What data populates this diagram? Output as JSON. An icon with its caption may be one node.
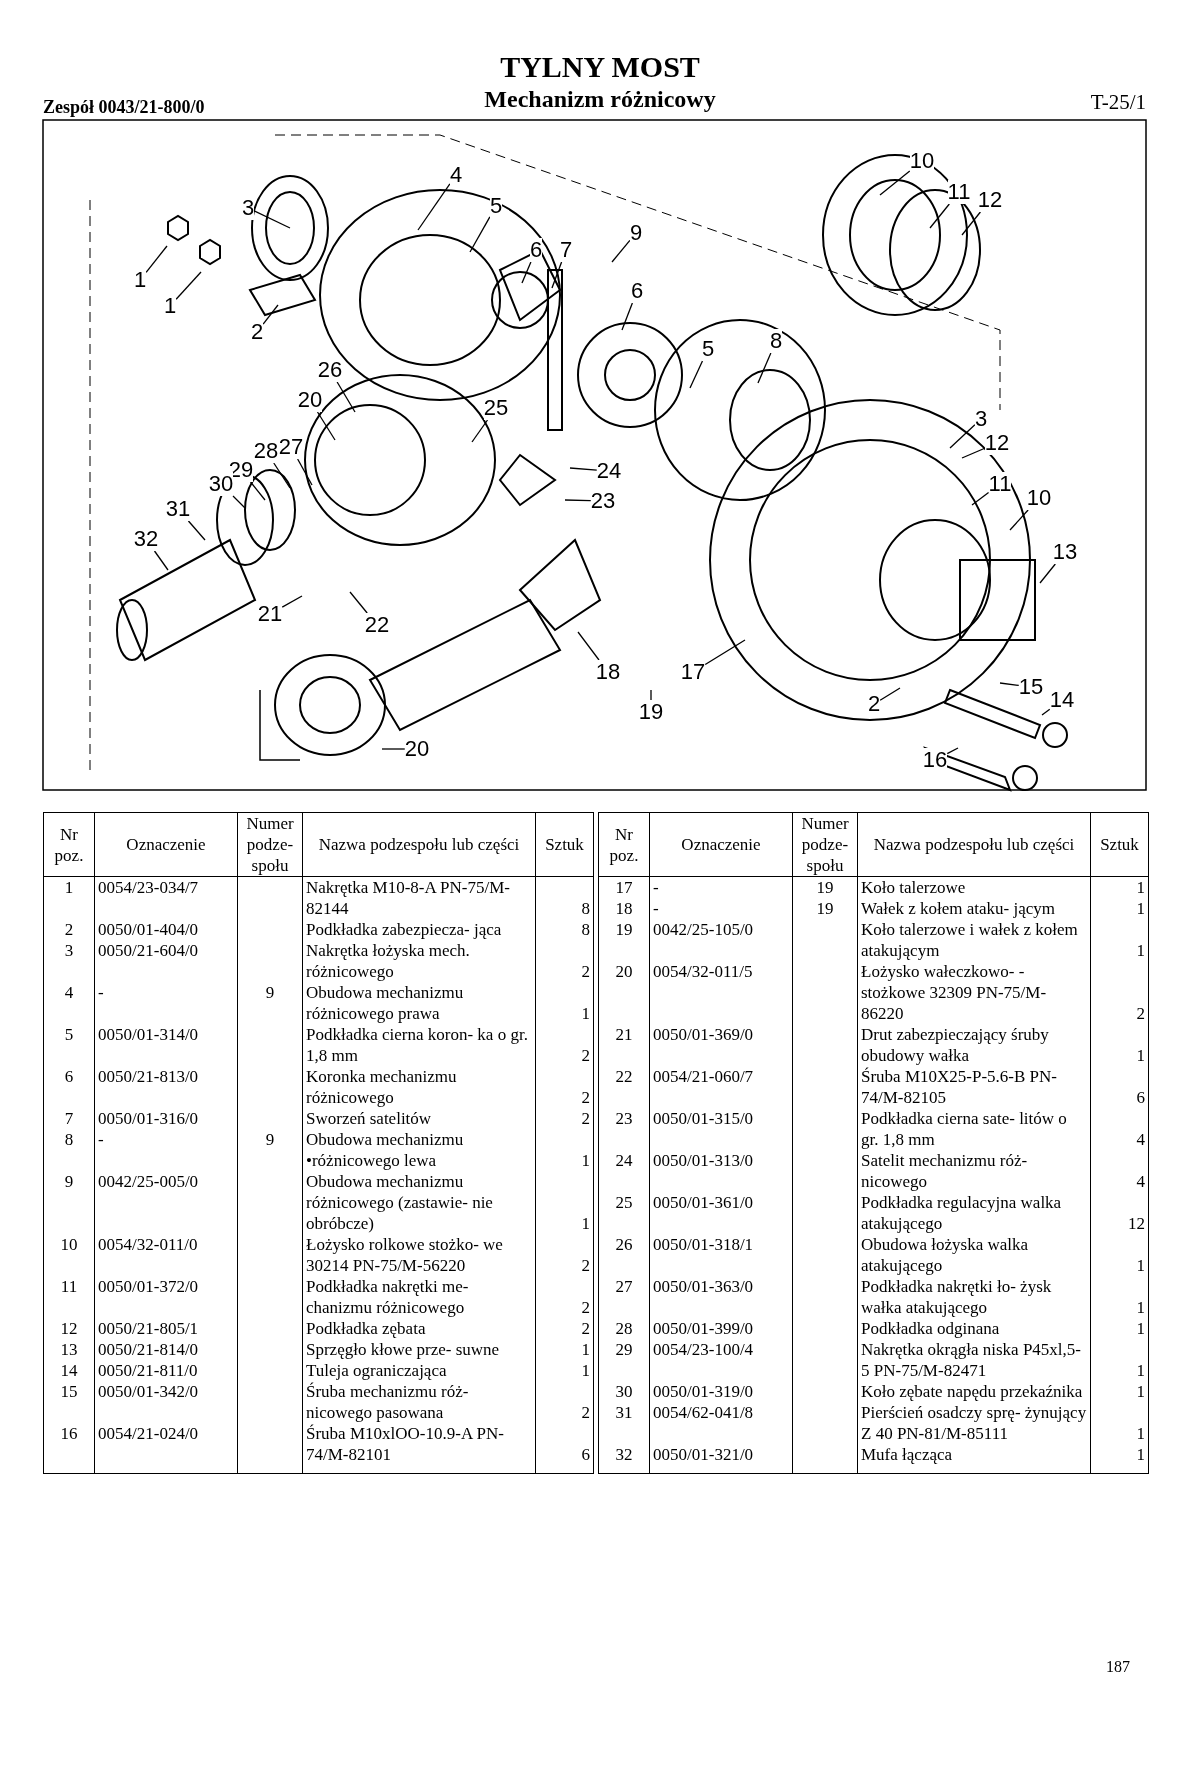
{
  "diagram": {
    "title": "TYLNY MOST",
    "nodes": [
      {
        "text": [
          "10"
        ]
      },
      {
        "text": [
          "4"
        ]
      },
      {
        "text": [
          "11"
        ]
      },
      {
        "text": [
          "12"
        ]
      },
      {
        "text": [
          "5"
        ]
      },
      {
        "text": [
          "3"
        ]
      },
      {
        "text": [
          "9"
        ]
      },
      {
        "text": [
          "6"
        ]
      },
      {
        "text": [
          "7"
        ]
      },
      {
        "text": [
          "1"
        ]
      },
      {
        "text": [
          "1"
        ]
      },
      {
        "text": [
          "6"
        ]
      },
      {
        "text": [
          "2"
        ]
      },
      {
        "text": [
          "8"
        ]
      },
      {
        "text": [
          "5"
        ]
      },
      {
        "text": [
          "26"
        ]
      },
      {
        "text": [
          "20"
        ]
      },
      {
        "text": [
          "25"
        ]
      },
      {
        "text": [
          "3"
        ]
      },
      {
        "text": [
          "12"
        ]
      },
      {
        "text": [
          "28"
        ]
      },
      {
        "text": [
          "27"
        ]
      },
      {
        "text": [
          "29"
        ]
      },
      {
        "text": [
          "24"
        ]
      },
      {
        "text": [
          "11"
        ]
      },
      {
        "text": [
          "30"
        ]
      },
      {
        "text": [
          "10"
        ]
      },
      {
        "text": [
          "23"
        ]
      },
      {
        "text": [
          "31"
        ]
      },
      {
        "text": [
          "32"
        ]
      },
      {
        "text": [
          "13"
        ]
      },
      {
        "text": [
          "21"
        ]
      },
      {
        "text": [
          "22"
        ]
      },
      {
        "text": [
          "18"
        ]
      },
      {
        "text": [
          "17"
        ]
      },
      {
        "text": [
          "19"
        ]
      },
      {
        "text": [
          "15"
        ]
      },
      {
        "text": [
          "14"
        ]
      },
      {
        "text": [
          "2"
        ]
      },
      {
        "text": [
          "20"
        ]
      },
      {
        "text": [
          "16"
        ]
      }
    ],
    "edges": [
      {
        "from": 0,
        "to": null,
        "arrow": "none"
      },
      {
        "from": 1,
        "to": null,
        "arrow": "none"
      },
      {
        "from": 2,
        "to": null,
        "arrow": "none"
      },
      {
        "from": 3,
        "to": null,
        "arrow": "none"
      },
      {
        "from": 4,
        "to": null,
        "arrow": "none"
      },
      {
        "from": 5,
        "to": null,
        "arrow": "none"
      },
      {
        "from": 6,
        "to": null,
        "arrow": "none"
      },
      {
        "from": 7,
        "to": null,
        "arrow": "none"
      },
      {
        "from": 8,
        "to": null,
        "arrow": "none"
      },
      {
        "from": 9,
        "to": null,
        "arrow": "none"
      },
      {
        "from": 10,
        "to": null,
        "arrow": "none"
      },
      {
        "from": 11,
        "to": null,
        "arrow": "none"
      },
      {
        "from": 12,
        "to": null,
        "arrow": "none"
      },
      {
        "from": 13,
        "to": null,
        "arrow": "none"
      },
      {
        "from": 14,
        "to": null,
        "arrow": "none"
      },
      {
        "from": 15,
        "to": null,
        "arrow": "none"
      },
      {
        "from": 16,
        "to": null,
        "arrow": "none"
      },
      {
        "from": 17,
        "to": null,
        "arrow": "none"
      },
      {
        "from": 18,
        "to": null,
        "arrow": "none"
      },
      {
        "from": 19,
        "to": null,
        "arrow": "none"
      },
      {
        "from": 20,
        "to": null,
        "arrow": "none"
      },
      {
        "from": 21,
        "to": null,
        "arrow": "none"
      },
      {
        "from": 22,
        "to": null,
        "arrow": "none"
      },
      {
        "from": 23,
        "to": null,
        "arrow": "none"
      },
      {
        "from": 24,
        "to": null,
        "arrow": "none"
      },
      {
        "from": 25,
        "to": null,
        "arrow": "none"
      },
      {
        "from": 26,
        "to": null,
        "arrow": "none"
      },
      {
        "from": 27,
        "to": null,
        "arrow": "none"
      },
      {
        "from": 28,
        "to": null,
        "arrow": "none"
      },
      {
        "from": 29,
        "to": null,
        "arrow": "none"
      },
      {
        "from": 30,
        "to": null,
        "arrow": "none"
      },
      {
        "from": 31,
        "to": null,
        "arrow": "none"
      },
      {
        "from": 32,
        "to": null,
        "arrow": "none"
      },
      {
        "from": 33,
        "to": null,
        "arrow": "none"
      },
      {
        "from": 34,
        "to": null,
        "arrow": "none"
      },
      {
        "from": 35,
        "to": null,
        "arrow": "none"
      },
      {
        "from": 36,
        "to": null,
        "arrow": "none"
      },
      {
        "from": 37,
        "to": null,
        "arrow": "none"
      },
      {
        "from": 38,
        "to": null,
        "arrow": "none"
      },
      {
        "from": 39,
        "to": null,
        "arrow": "none"
      },
      {
        "from": 40,
        "to": null,
        "arrow": "none"
      }
    ],
    "labels": [
      "Zespół 0043/21-800/0",
      "Mechanizm różnicowy",
      "T-25/1",
      "Nr poz.",
      "Oznaczenie",
      "Numer podze- społu",
      "Nazwa podzespołu lub części",
      "Sztuk",
      "1",
      "0054/23-034/7",
      "Nakrętka M10-8-A PN-75/M-82144",
      "8",
      "2",
      "0050/01-404/0",
      "Podkładka zabezpiecza- jąca",
      "8",
      "3",
      "0050/21-604/0",
      "Nakrętka łożyska mech. różnicowego",
      "2",
      "4",
      "-",
      "9",
      "Obudowa mechanizmu różnicowego prawa",
      "1",
      "5",
      "0050/01-314/0",
      "Podkładka cierna koron- ka o gr. 1,8 mm",
      "2",
      "6",
      "0050/21-813/0",
      "Koronka mechanizmu różnicowego",
      "2",
      "7",
      "0050/01-316/0",
      "Sworzeń satelitów",
      "2",
      "8",
      "-",
      "9",
      "Obudowa mechanizmu •różnicowego lewa",
      "1",
      "9",
      "0042/25-005/0",
      "Obudowa mechanizmu różnicowego (zastawie- nie obróbcze)",
      "1",
      "10",
      "0054/32-011/0",
      "Łożysko rolkowe stożko- we 30214 PN-75/M-56220",
      "2",
      "11",
      "0050/01-372/0",
      "Podkładka nakrętki me- chanizmu różnicowego",
      "2",
      "12",
      "0050/21-805/1",
      "Podkładka zębata",
      "2",
      "13",
      "0050/21-814/0",
      "Sprzęgło kłowe prze- suwne",
      "1",
      "14",
      "0050/21-811/0",
      "Tuleja ograniczająca",
      "1",
      "15",
      "0050/01-342/0",
      "Śruba mechanizmu róż- nicowego pasowana",
      "2",
      "16",
      "0054/21-024/0",
      "Śruba M10xlOO-10.9-A PN-74/M-82101",
      "6",
      "Nr poz.",
      "Oznaczenie",
      "Numer podze- społu",
      "Nazwa podzespołu lub części",
      "Sztuk",
      "17",
      "-",
      "19",
      "Koło talerzowe",
      "1",
      "18",
      "-",
      "19",
      "Wałek z kołem ataku- jącym",
      "1",
      "19",
      "0042/25-105/0",
      "Koło talerzowe i wałek z kołem atakującym",
      "1",
      "20",
      "0054/32-011/5",
      "Łożysko wałeczkowo- -stożkowe 32309 PN-75/M-86220",
      "2",
      "21",
      "0050/01-369/0",
      "Drut zabezpieczający śruby obudowy wałka",
      "1",
      "22",
      "0054/21-060/7",
      "Śruba M10X25-P-5.6-B PN-74/M-82105",
      "6",
      "23",
      "0050/01-315/0",
      "Podkładka cierna sate- litów o gr. 1,8 mm",
      "4",
      "24",
      "0050/01-313/0",
      "Satelit mechanizmu róż- nicowego",
      "4",
      "25",
      "0050/01-361/0",
      "Podkładka regulacyjna walka atakującego",
      "12",
      "26",
      "0050/01-318/1",
      "Obudowa łożyska walka atakującego",
      "1",
      "27",
      "0050/01-363/0",
      "Podkładka nakrętki ło- żysk wałka atakującego",
      "1",
      "28",
      "0050/01-399/0",
      "Podkładka odginana",
      "1",
      "29",
      "0054/23-100/4",
      "Nakrętka okrągła niska P45xl,5-5 PN-75/M-82471",
      "1",
      "30",
      "0050/01-319/0",
      "Koło zębate napędu przekaźnika",
      "1",
      "31",
      "0054/62-041/8",
      "Pierścień osadczy sprę- żynujący Z 40 PN-81/M-85111",
      "1",
      "32",
      "0050/01-321/0",
      "Mufa łącząca",
      "1",
      "187"
    ]
  }
}
